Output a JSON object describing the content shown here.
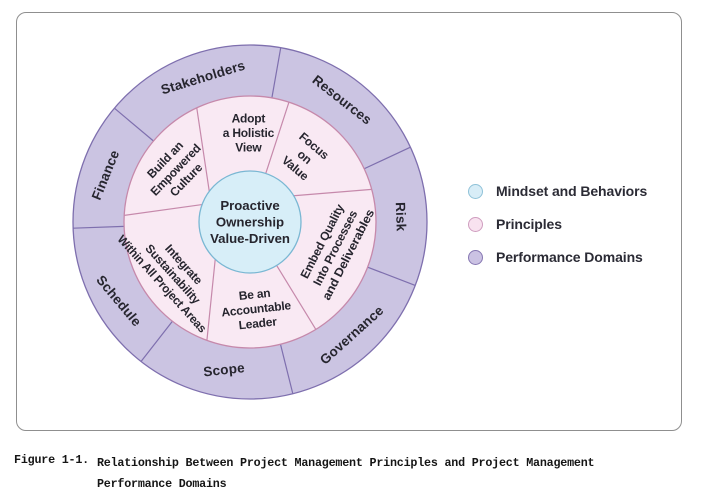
{
  "caption": {
    "prefix": "Figure 1-1.",
    "line1": "Relationship Between Project Management Principles and Project Management",
    "line2": "Performance Domains"
  },
  "legend": {
    "items": [
      {
        "id": "mindset-and-behaviors",
        "label": "Mindset and Behaviors",
        "fill": "#d8edf7",
        "stroke": "#8fc2d8"
      },
      {
        "id": "principles",
        "label": "Principles",
        "fill": "#f8e2ef",
        "stroke": "#cf9dbf"
      },
      {
        "id": "performance-domains",
        "label": "Performance Domains",
        "fill": "#cbc2e3",
        "stroke": "#8677b2"
      }
    ]
  },
  "wheel": {
    "center": {
      "lines": [
        "Proactive",
        "Ownership",
        "Value-Driven"
      ]
    },
    "principles": [
      {
        "id": "adopt-a-holistic-view",
        "lines": [
          "Adopt",
          "a Holistic",
          "View"
        ]
      },
      {
        "id": "focus-on-value",
        "lines": [
          "Focus",
          "on",
          "Value"
        ]
      },
      {
        "id": "embed-quality",
        "lines": [
          "Embed Quality",
          "Into Processes",
          "and Deliverables"
        ]
      },
      {
        "id": "be-an-accountable-leader",
        "lines": [
          "Be an",
          "Accountable",
          "Leader"
        ]
      },
      {
        "id": "integrate-sustainability",
        "lines": [
          "Integrate",
          "Sustainability",
          "Within All Project Areas"
        ]
      },
      {
        "id": "build-an-empowered-culture",
        "lines": [
          "Build an",
          "Empowered",
          "Culture"
        ]
      }
    ],
    "domains": [
      {
        "id": "stakeholders",
        "label": "Stakeholders"
      },
      {
        "id": "resources",
        "label": "Resources"
      },
      {
        "id": "risk",
        "label": "Risk"
      },
      {
        "id": "governance",
        "label": "Governance"
      },
      {
        "id": "scope",
        "label": "Scope"
      },
      {
        "id": "schedule",
        "label": "Schedule"
      },
      {
        "id": "finance",
        "label": "Finance"
      }
    ],
    "colors": {
      "outer_fill": "#cbc4e2",
      "outer_stroke": "#7e6fae",
      "mid_fill": "#f9e9f3",
      "mid_stroke": "#c689ab",
      "center_fill": "#d7eef8",
      "center_stroke": "#7ab7d3",
      "text": "#26252e"
    }
  }
}
